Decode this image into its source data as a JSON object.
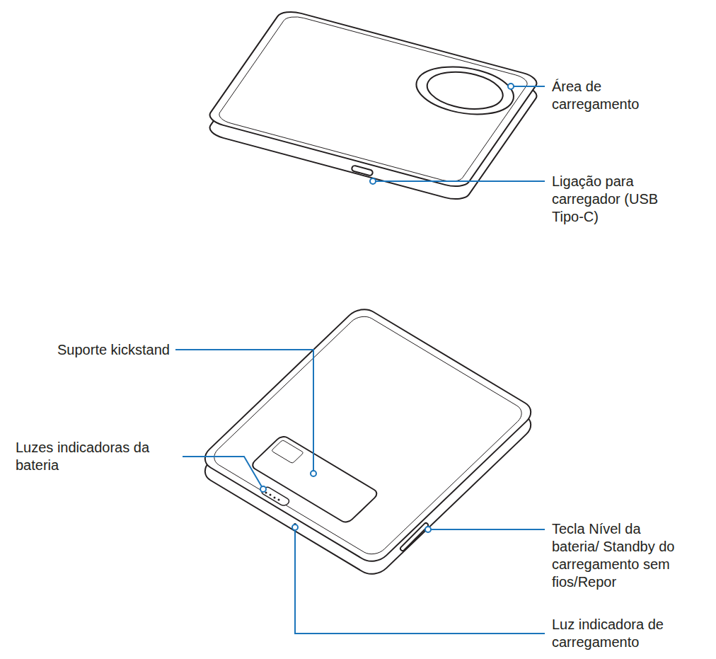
{
  "diagram": {
    "labels": [
      "Área de carregamento",
      "Ligação para carregador (USB Tipo-C)",
      "Suporte kickstand",
      "Luzes indicadoras da bateria",
      "Tecla Nível da bateria/ Standby do carregamento sem fios/Repor",
      "Luz indicadora de carregamento"
    ]
  }
}
